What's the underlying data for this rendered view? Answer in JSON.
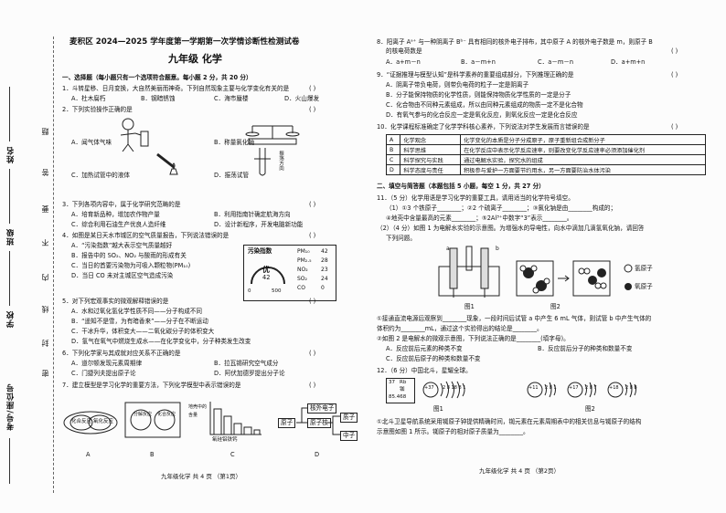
{
  "binding": {
    "name": "姓名",
    "class": "班级",
    "school": "学校",
    "exam_no": "考号/座位号",
    "seal_chars": [
      "题",
      "答",
      "要",
      "不",
      "内",
      "线",
      "封",
      "密"
    ]
  },
  "left": {
    "exam_title": "麦积区 2024—2025 学年度第一学期第一次学情诊断性检测试卷",
    "subject": "九年级  化学",
    "section1": "一、选择题（每小题只有一个选项符合题意。每小题 2 分，共 20 分）",
    "q1": "1．斗转星移、日月变换，大自然美丽而神奇。下列自然现象主要与化学变化有关的是",
    "q1_opts": [
      "A．杜木腐朽",
      "B．钢暗锈蚀",
      "C．海市蜃楼",
      "D．火山爆发"
    ],
    "q2": "2．下列实验操作正确的是",
    "q2_opts": [
      "A．闻气体气味",
      "B．称量氯化钠",
      "C．加热试管中的液体",
      "D．振荡试管"
    ],
    "q2_img_labels": [
      "左右晃动",
      "振荡方向"
    ],
    "q3": "3．下列各项内容中，属于化学研究范畴的是",
    "q3_opts": [
      "A．培育新品种，增加农作物产量",
      "B．利用指南针确定航海方向",
      "C．综合利用石油生产优良人造纤维",
      "D．设计新程序，开发电脑新功能"
    ],
    "q4": "4．如图是某日天水市城区的空气质量报告，下列说法错误的是",
    "q4_opts": [
      "A．“污染指数”越大表示空气质量越好",
      "B．报告中的 SO₂、NO₂ 与酸雨的形成有关",
      "C．当日的首要污染物为可吸入颗粒物(PM₁₀)",
      "D．当日 CO 未对主城区空气造成污染"
    ],
    "aqi": {
      "title": "污染指数",
      "quality": "优",
      "value": "42",
      "scale_low": "0",
      "scale_high": "500",
      "pollutants": [
        [
          "PM₁₀",
          "42"
        ],
        [
          "PM₂.₅",
          "28"
        ],
        [
          "NO₂",
          "23"
        ],
        [
          "SO₂",
          "24"
        ],
        [
          "CO",
          "0"
        ]
      ]
    },
    "q5": "5．对下列宏观事实的微观解释错误的是",
    "q5_opts": [
      "A．水和过氧化氢化学性质不同——分子构成不同",
      "B．“遥知不是雪，为有暗香来”——分子在不断运动",
      "C．干冰升华，体积变大——二氧化碳分子的体积变大",
      "D．氢气在氧气中燃烧生成水——在化学变化中，分子种类发生改变"
    ],
    "q6": "6．下列化学家与其成就对应关系不正确的是",
    "q6_opts": [
      "A．道尔顿发现元素周期律",
      "B．拉瓦锡研究空气成分",
      "C．门捷列夫提出原子论",
      "D．阿伏加德罗提出分子论"
    ],
    "q7": "7．建立模型是学习化学的重要方法，下列化学模型中表示错误的是",
    "q7_opts": [
      "A",
      "B",
      "C",
      "D"
    ],
    "q7a": [
      "化合反应",
      "氧化反应"
    ],
    "q7b": [
      "分解反应",
      "化合反应",
      "化学反应"
    ],
    "q7c": [
      "地壳中的含量",
      "氧硅铝铁钙"
    ],
    "q7d": [
      "原子",
      "原子核",
      "核外电子",
      "质子",
      "中子"
    ],
    "footer": "九年级化学  共 4 页  （第1页）"
  },
  "right": {
    "q8": "8．阳离子 Aᵃ⁺ 与一种阴离子 Bᵇ⁻ 具有相同的核外电子排布，其中原子 A 的核外电子数是 m，则原子 B",
    "q8b": "的核电荷数是",
    "q8_opts": [
      "A．a+m－n",
      "B．a－m+n",
      "C．a－m－n",
      "D．a+m+n"
    ],
    "q9": "9．“证据推理与模型认知”是科学素养的重要组成部分，下列推理正确的是",
    "q9_opts": [
      "A．阴离子带负电荷，则带负电荷的粒子一定是阴离子",
      "B．分子能保持物质的化学性质，则能保持物质化学性质的一定是分子",
      "C．化合物由不同种元素组成，所以由同种元素组成的物质一定不是化合物",
      "D．有氧气参与的化合反应一定是氧化反应，则氧化反应一定是化合反应"
    ],
    "q10": "10．化学课程标准确定了化学学科核心素养，下列说法对学生发展而言错误的是",
    "q10_table": [
      [
        "A",
        "化学观念",
        "化学变化的本质是分子分成原子，原子重新组合成新分子"
      ],
      [
        "B",
        "科学思维",
        "在化学反应中表示化学反应速率，则要改变化学反应速率必须添加催化剂"
      ],
      [
        "C",
        "科学探究与实践",
        "通过电解水实验，探究水的组成"
      ],
      [
        "D",
        "科学态度与责任",
        "积极参与爱护一方面要节约用水，另一方面要防治水体污染"
      ]
    ],
    "section2": "二、填空与简答题（本题包括 5 小题，每空 1 分，共 27 分）",
    "q11": "11．（5 分）化学用语是学习化学的重要工具，请用适当的化学符号填空。",
    "q11_1": "（1）①3 个铁原子________；②2 个硫离子________；③氯化钠是由________构成的；",
    "q11_2": "④地壳中含量最高的元素________；⑤2Al³⁺中数字“3”表示________。",
    "q11_3": "（2）（4 分）如图 1 为电解水实验的示意图。为增强水的导电性，向水中滴加几滴氢氧化钠，请回答",
    "q11_4": "下列问题。",
    "fig1": "图1",
    "fig2": "图2",
    "legend": [
      "氢原子",
      "氧原子"
    ],
    "elec_labels": [
      "a",
      "b"
    ],
    "q11_5": "①接通直流电源后观察到________现象，一段时间后试管 a 中产生 6 mL 气体，则试管 b 中产生气体的",
    "q11_6": "体积约为________mL，通过这个实验得出的结论是________。",
    "q11_7": "②如图 2 是电解水的微观示意图，下列说法正确的是________(填字母)。",
    "q11_opts": [
      "A．反应前后元素的种类不变",
      "B．反应前后分子的种类和数量不变",
      "C．反应前后原子的种类和数量不变"
    ],
    "q12": "12．（6 分）中国北斗，星耀全球。",
    "q12_card": [
      "37",
      "Rb",
      "铷",
      "85.468"
    ],
    "q12_fig1": "图1",
    "q12_fig2": "图2",
    "q12_nuclei": [
      "+37",
      "+11",
      "+17",
      "+18"
    ],
    "q12_shells": [
      "2 8 18 8 1",
      "2 8 1",
      "2 8 7",
      "2 8 8"
    ],
    "q12_1": "①北斗卫星导航系统采用铷原子钟提供精确时间，铷元素在元素周期表中的相关信息与铷原子的结构",
    "q12_2": "示意图如图 1 所示。铷原子的相对原子质量为________。",
    "footer": "九年级化学  共 4 页  （第2页）"
  }
}
